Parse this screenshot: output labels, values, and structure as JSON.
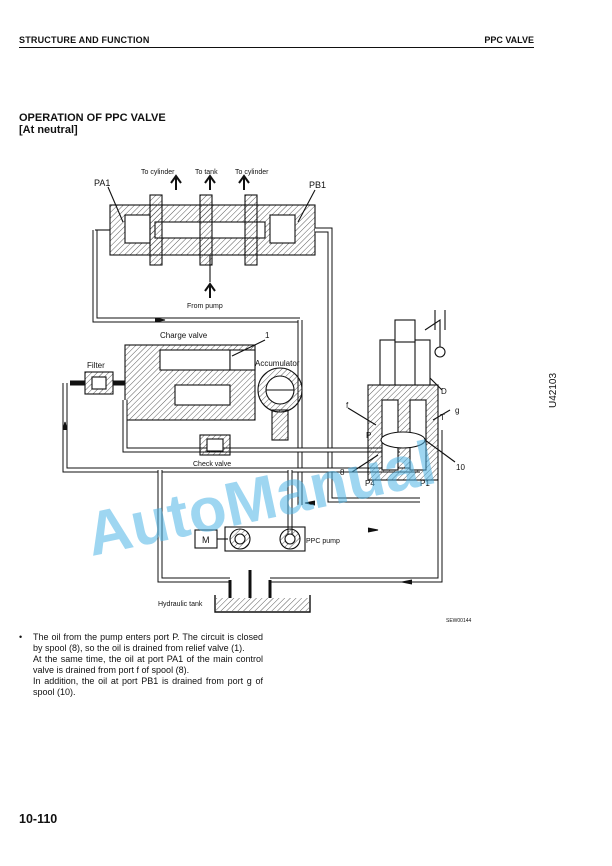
{
  "header": {
    "section": "STRUCTURE AND FUNCTION",
    "topic": "PPC VALVE"
  },
  "title": "OPERATION OF PPC VALVE",
  "subtitle": "[At neutral]",
  "diagram_labels": {
    "to_cylinder_left": "To cylinder",
    "to_tank": "To tank",
    "to_cylinder_right": "To cylinder",
    "pa1": "PA1",
    "pb1": "PB1",
    "from_pump": "From pump",
    "charge_valve": "Charge valve",
    "one": "1",
    "accumulator": "Accumulator",
    "filter": "Filter",
    "check_valve": "Check valve",
    "motor": "M",
    "ppc_pump": "PPC pump",
    "hydraulic_tank": "Hydraulic tank",
    "port_f": "f",
    "port_p": "P",
    "port_d": "D",
    "port_t": "T",
    "port_g": "g",
    "port_8": "8",
    "port_10": "10",
    "port_p4": "P4",
    "port_p1": "P1",
    "figure_code": "SEW00144",
    "side_code": "U42103"
  },
  "watermark": "AutoManual",
  "paragraphs": [
    "The oil from the pump enters port P. The circuit is closed by spool (8), so the oil is drained from relief valve (1).",
    "At the same time, the oil at port PA1 of the main control valve is drained from port f of spool (8).",
    "In addition, the oil at port PB1 is drained from port g of spool (10)."
  ],
  "bullet": "•",
  "page_number": "10-110",
  "colors": {
    "watermark": "#4fb4e6",
    "ink": "#111111"
  }
}
